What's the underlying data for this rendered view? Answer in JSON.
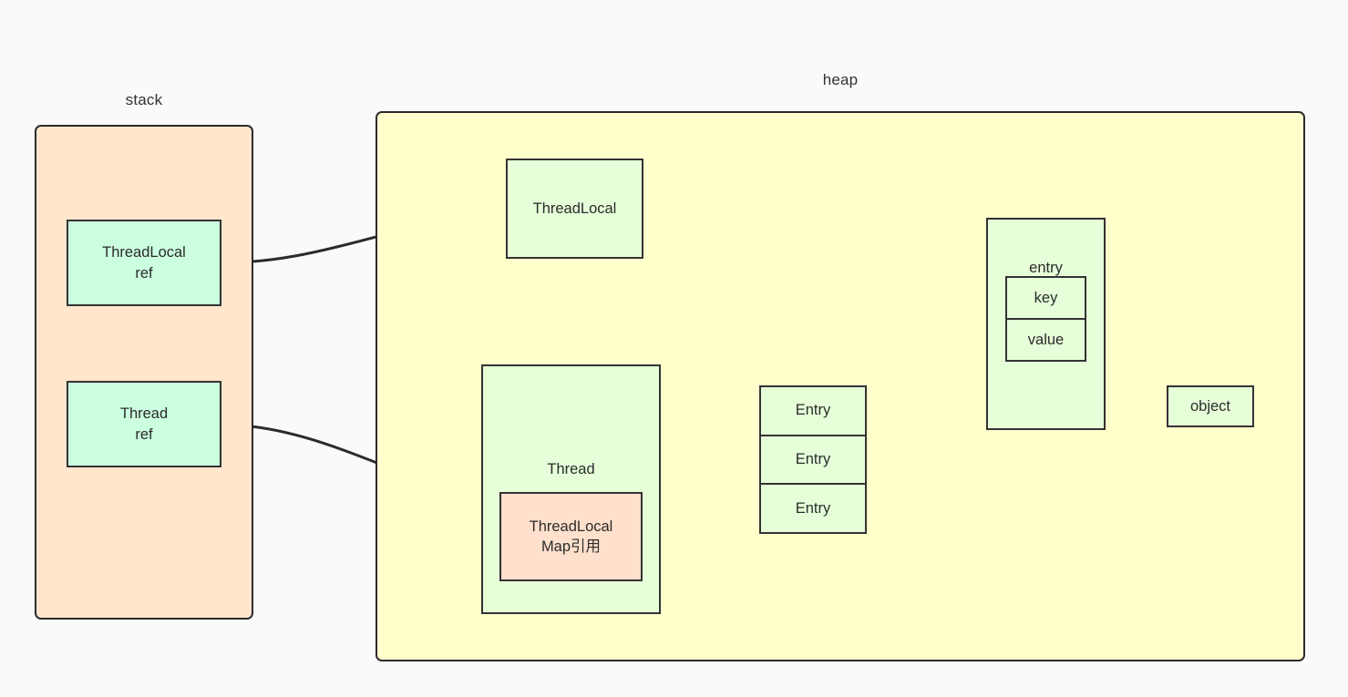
{
  "diagram": {
    "title_stack": "stack",
    "title_heap": "heap",
    "colors": {
      "background": "#fafafb",
      "stack_fill": "#ffe6cc",
      "heap_fill": "#ffffcc",
      "mint_fill": "#ccffe0",
      "green_fill": "#e6ffd9",
      "peach_fill": "#ffe0cc",
      "stroke": "#333333"
    }
  },
  "stack": {
    "label": "stack",
    "nodes": [
      {
        "id": "threadlocal-ref",
        "label": "ThreadLocal\nref"
      },
      {
        "id": "thread-ref",
        "label": "Thread\nref"
      }
    ]
  },
  "heap": {
    "label": "heap",
    "nodes": [
      {
        "id": "threadlocal",
        "label": "ThreadLocal"
      },
      {
        "id": "thread",
        "label": "Thread"
      },
      {
        "id": "threadlocalmap-ref",
        "label": "ThreadLocal\nMap引用"
      },
      {
        "id": "entry-object",
        "label": "entry"
      },
      {
        "id": "object",
        "label": "object"
      }
    ],
    "entry_list": {
      "id": "entry-list",
      "cells": [
        "Entry",
        "Entry",
        "Entry"
      ]
    },
    "key_value": {
      "id": "key-value-box",
      "cells": [
        "key",
        "value"
      ]
    }
  },
  "edges": [
    {
      "id": "edge-threadlocalref-threadlocal",
      "from": "threadlocal-ref",
      "to": "threadlocal",
      "style": "solid",
      "arrow": "end"
    },
    {
      "id": "edge-key-threadlocal",
      "from": "key",
      "to": "threadlocal",
      "style": "dotted",
      "arrow": "end"
    },
    {
      "id": "edge-threadref-thread",
      "from": "thread-ref",
      "to": "thread",
      "style": "solid",
      "arrow": "end"
    },
    {
      "id": "edge-maprefs-entrylist",
      "from": "threadlocalmap-ref",
      "to": "entry-list",
      "style": "solid",
      "arrow": "end"
    },
    {
      "id": "edge-entrylist-entry",
      "from": "entry-list",
      "to": "entry-object",
      "style": "solid",
      "arrow": "end"
    },
    {
      "id": "edge-value-object",
      "from": "value",
      "to": "object",
      "style": "solid",
      "arrow": "end"
    }
  ]
}
